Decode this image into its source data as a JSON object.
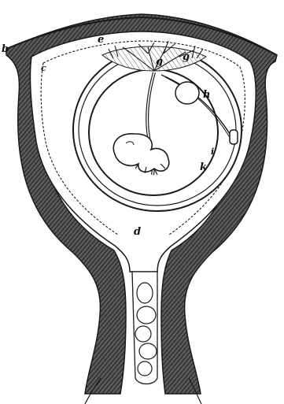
{
  "figure": {
    "colors": {
      "ink": "#1a1a1a",
      "wall": "#4a4a4a",
      "paper": "#ffffff"
    },
    "labels": {
      "b": "b",
      "c": "c",
      "d": "d",
      "e": "e",
      "g": "g",
      "g2": "g",
      "h": "h",
      "k": "k",
      "i": "i"
    }
  }
}
